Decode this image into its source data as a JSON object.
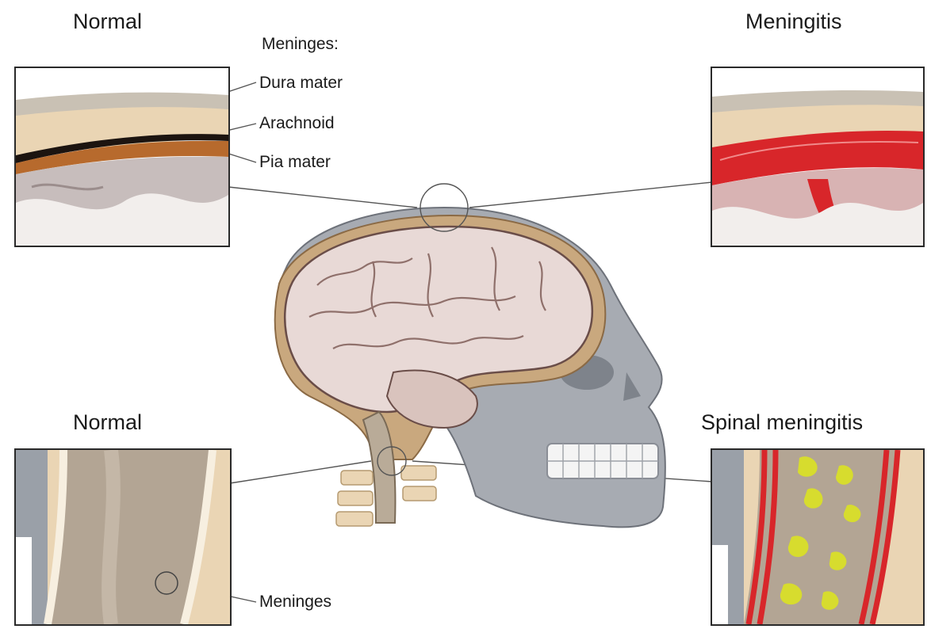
{
  "titles": {
    "top_left": "Normal",
    "top_right": "Meningitis",
    "bottom_left": "Normal",
    "bottom_right": "Spinal meningitis"
  },
  "labels": {
    "meninges_header": "Meninges:",
    "dura": "Dura mater",
    "arachnoid": "Arachnoid",
    "pia": "Pia mater",
    "meninges": "Meninges"
  },
  "colors": {
    "inflamed_red": "#d8262a",
    "pus_yellow": "#d7dc2e",
    "skull_gray": "#a3a7ae",
    "brain_pink": "#e8d9d6",
    "bone_beige": "#ead5b4"
  }
}
